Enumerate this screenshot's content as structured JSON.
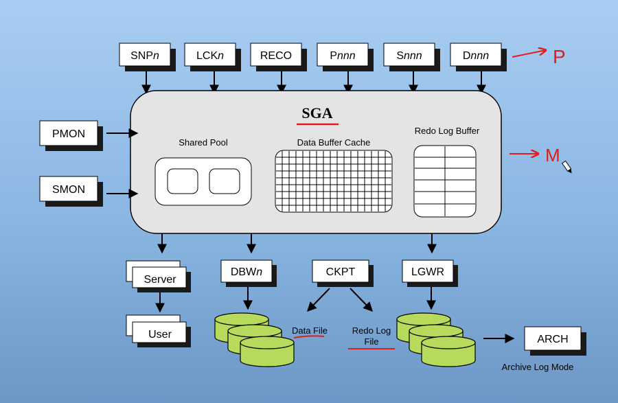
{
  "top_processes": [
    {
      "base": "SNP",
      "suffix": "n"
    },
    {
      "base": "LCK",
      "suffix": "n"
    },
    {
      "base": "RECO",
      "suffix": ""
    },
    {
      "base": "P",
      "suffix": "nnn"
    },
    {
      "base": "S",
      "suffix": "nnn"
    },
    {
      "base": "D",
      "suffix": "nnn"
    }
  ],
  "left_processes": [
    "PMON",
    "SMON"
  ],
  "sga": {
    "title": "SGA",
    "shared_pool": "Shared Pool",
    "data_buffer_cache": "Data Buffer Cache",
    "redo_log_buffer": "Redo Log Buffer"
  },
  "bottom": {
    "server": "Server",
    "user": "User",
    "dbw": {
      "base": "DBW",
      "suffix": "n"
    },
    "ckpt": "CKPT",
    "lgwr": "LGWR",
    "arch": "ARCH",
    "data_file": "Data File",
    "redo_log_file_line1": "Redo Log",
    "redo_log_file_line2": "File",
    "archive_log_mode": "Archive Log Mode"
  },
  "annotations": {
    "p_mark": "P",
    "m_mark": "M",
    "ink_color": "#e21c1c"
  },
  "colors": {
    "sga_fill": "#e4e4e4",
    "cylinder_fill": "#b6da5c",
    "box_fill": "#ffffff",
    "shadow": "#1a1a1a"
  }
}
